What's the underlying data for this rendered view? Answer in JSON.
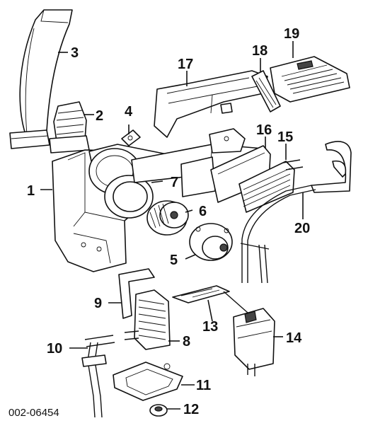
{
  "diagram_code": "002-06454",
  "callouts": {
    "c1": "1",
    "c2": "2",
    "c3": "3",
    "c4": "4",
    "c5": "5",
    "c6": "6",
    "c7": "7",
    "c8": "8",
    "c9": "9",
    "c10": "10",
    "c11": "11",
    "c12": "12",
    "c13": "13",
    "c14": "14",
    "c15": "15",
    "c16": "16",
    "c17": "17",
    "c18": "18",
    "c19": "19",
    "c20": "20"
  },
  "colors": {
    "line": "#111111",
    "background": "#ffffff",
    "shade": "#cfcfcf"
  }
}
